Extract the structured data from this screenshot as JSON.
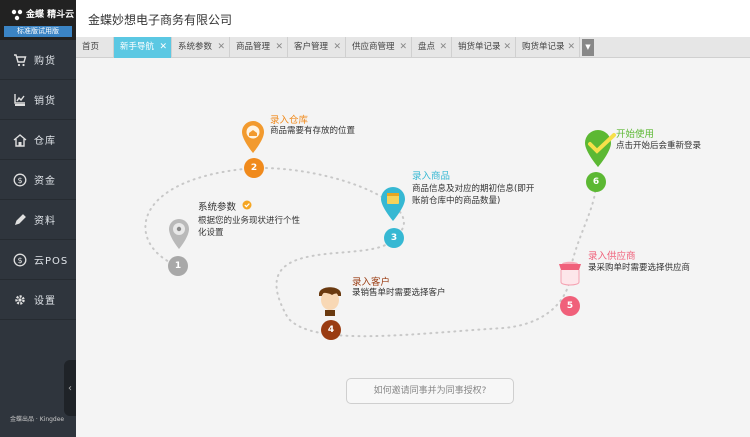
{
  "sidebar": {
    "logo_text": "金蝶 精斗云",
    "badge": "标准版试用版",
    "footer": "金蝶出品 · Kingdee",
    "items": [
      {
        "label": "购货",
        "icon": "cart-icon"
      },
      {
        "label": "销货",
        "icon": "sales-icon"
      },
      {
        "label": "仓库",
        "icon": "warehouse-icon"
      },
      {
        "label": "资金",
        "icon": "money-icon"
      },
      {
        "label": "资料",
        "icon": "edit-icon"
      },
      {
        "label": "云POS",
        "icon": "pos-icon"
      },
      {
        "label": "设置",
        "icon": "gear-icon"
      }
    ]
  },
  "header": {
    "company": "金蝶妙想电子商务有限公司"
  },
  "tabs": [
    {
      "label": "首页"
    },
    {
      "label": "新手导航",
      "active": true
    },
    {
      "label": "系统参数"
    },
    {
      "label": "商品管理"
    },
    {
      "label": "客户管理"
    },
    {
      "label": "供应商管理"
    },
    {
      "label": "盘点"
    },
    {
      "label": "销货单记录"
    },
    {
      "label": "购货单记录"
    }
  ],
  "close_glyph": "✕",
  "more_glyph": "▼",
  "steps": {
    "s1": {
      "num": "1",
      "title": "系统参数",
      "desc": "根据您的业务现状进行个性化设置",
      "color": "#a8a8a8"
    },
    "s2": {
      "num": "2",
      "title": "录入仓库",
      "desc": "商品需要有存放的位置",
      "color": "#f08a1c"
    },
    "s3": {
      "num": "3",
      "title": "录入商品",
      "desc": "商品信息及对应的期初信息(即开账前仓库中的商品数量)",
      "color": "#36b8d3"
    },
    "s4": {
      "num": "4",
      "title": "录入客户",
      "desc": "录销售单时需要选择客户",
      "color": "#9a3c12"
    },
    "s5": {
      "num": "5",
      "title": "录入供应商",
      "desc": "录采购单时需要选择供应商",
      "color": "#f0607a"
    },
    "s6": {
      "num": "6",
      "title": "开始使用",
      "desc": "点击开始后会重新登录",
      "color": "#5cb833"
    }
  },
  "invite": "如何邀请同事并为同事授权?",
  "colors": {
    "sidebar": "#2f353d",
    "active_tab": "#5bc8e3",
    "path": "#c8c8c8"
  }
}
